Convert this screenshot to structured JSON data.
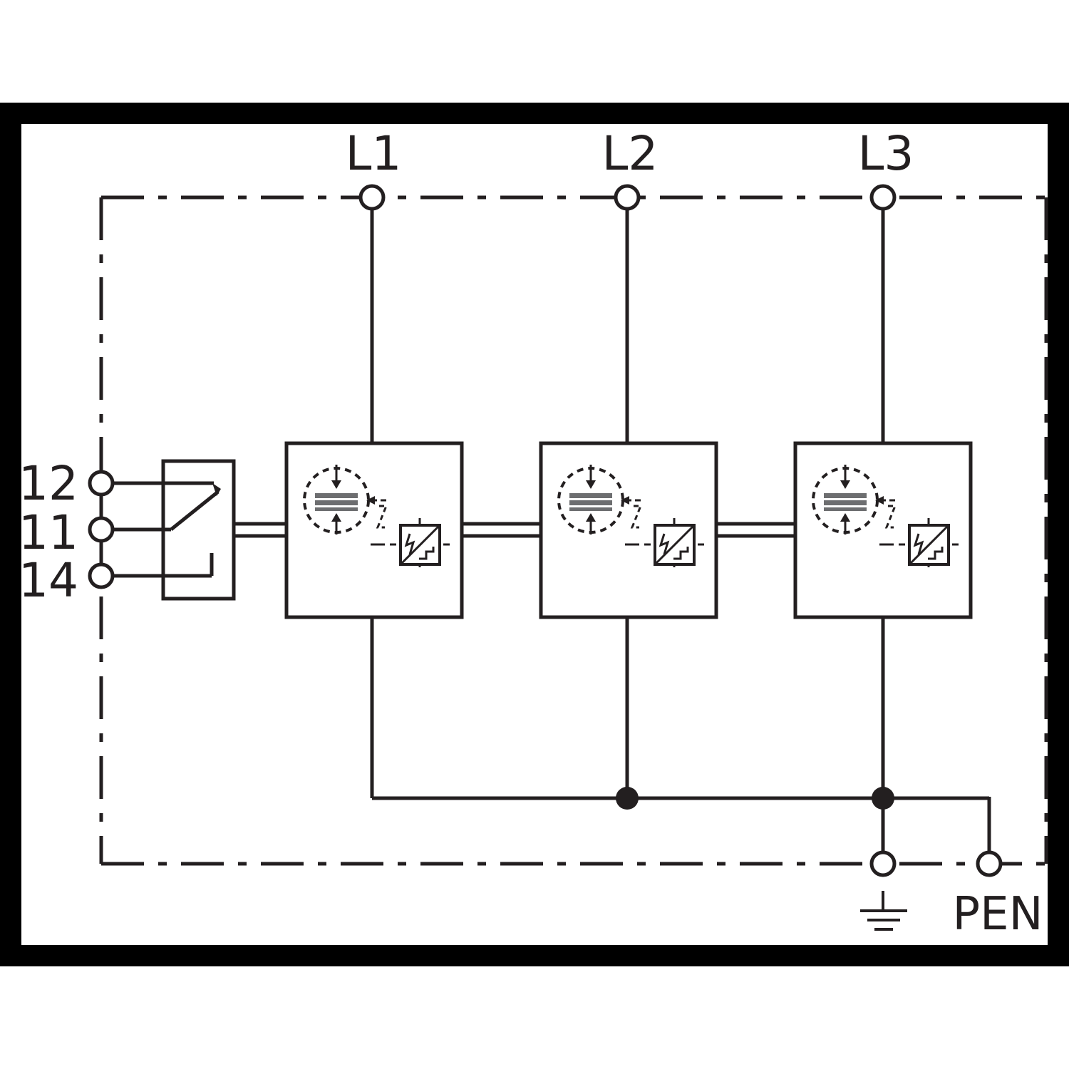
{
  "terminals": {
    "top": [
      "L1",
      "L2",
      "L3"
    ],
    "left": [
      "12",
      "11",
      "14"
    ],
    "bottom_pen": "PEN"
  },
  "colors": {
    "line": "#231f20",
    "icon_gray": "#6d6e70",
    "background": "#ffffff"
  }
}
